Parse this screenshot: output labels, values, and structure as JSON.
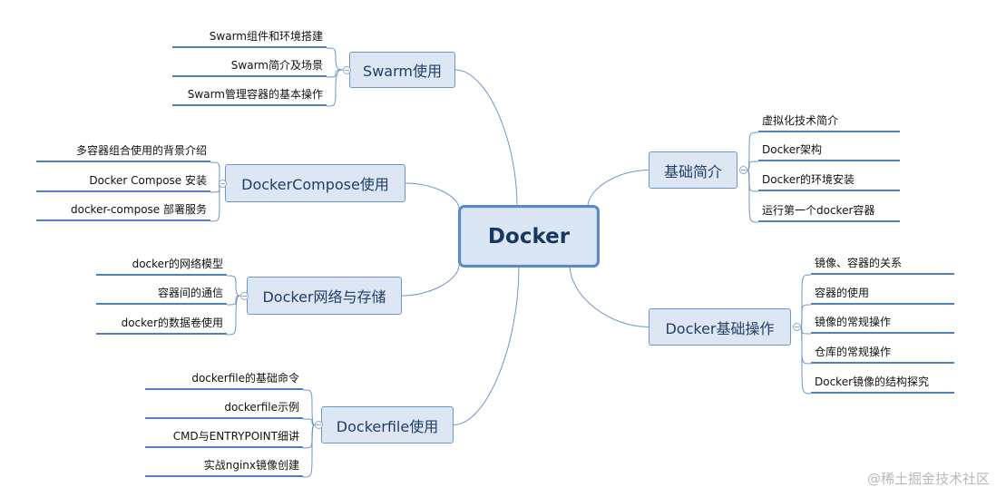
{
  "mindmap": {
    "root": {
      "label": "Docker"
    },
    "branches": [
      {
        "id": "swarm",
        "label": "Swarm使用",
        "side": "left",
        "items": [
          "Swarm组件和环境搭建",
          "Swarm简介及场景",
          "Swarm管理容器的基本操作"
        ]
      },
      {
        "id": "compose",
        "label": "DockerCompose使用",
        "side": "left",
        "items": [
          "多容器组合使用的背景介绍",
          "Docker Compose 安装",
          "docker-compose 部署服务"
        ]
      },
      {
        "id": "network",
        "label": "Docker网络与存储",
        "side": "left",
        "items": [
          "docker的网络模型",
          "容器间的通信",
          "docker的数据卷使用"
        ]
      },
      {
        "id": "dockerfile",
        "label": "Dockerfile使用",
        "side": "left",
        "items": [
          "dockerfile的基础命令",
          "dockerfile示例",
          "CMD与ENTRYPOINT细讲",
          "实战nginx镜像创建"
        ]
      },
      {
        "id": "basics",
        "label": "基础简介",
        "side": "right",
        "items": [
          "虚拟化技术简介",
          "Docker架构",
          "Docker的环境安装",
          "运行第一个docker容器"
        ]
      },
      {
        "id": "operations",
        "label": "Docker基础操作",
        "side": "right",
        "items": [
          "镜像、容器的关系",
          "容器的使用",
          "镜像的常规操作",
          "仓库的常规操作",
          "Docker镜像的结构探究"
        ]
      }
    ]
  },
  "watermark": "@稀土掘金技术社区",
  "colors": {
    "line": "#6f96c8",
    "leaf_underline": "#4f81bd",
    "topic_fill": "#dde7f4",
    "root_border": "#5a8ac6"
  }
}
